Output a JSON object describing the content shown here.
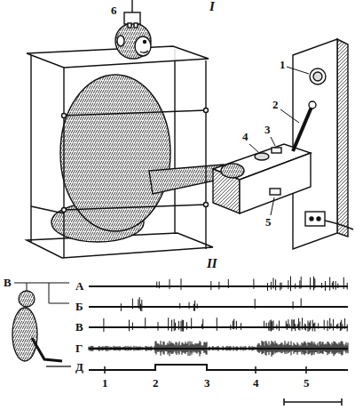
{
  "diagram": {
    "labels": [
      "I",
      "6",
      "1",
      "2",
      "3",
      "4",
      "5",
      "II",
      "В",
      "А",
      "Б",
      "В",
      "Г",
      "Д",
      "1",
      "2",
      "3",
      "4",
      "5"
    ]
  }
}
